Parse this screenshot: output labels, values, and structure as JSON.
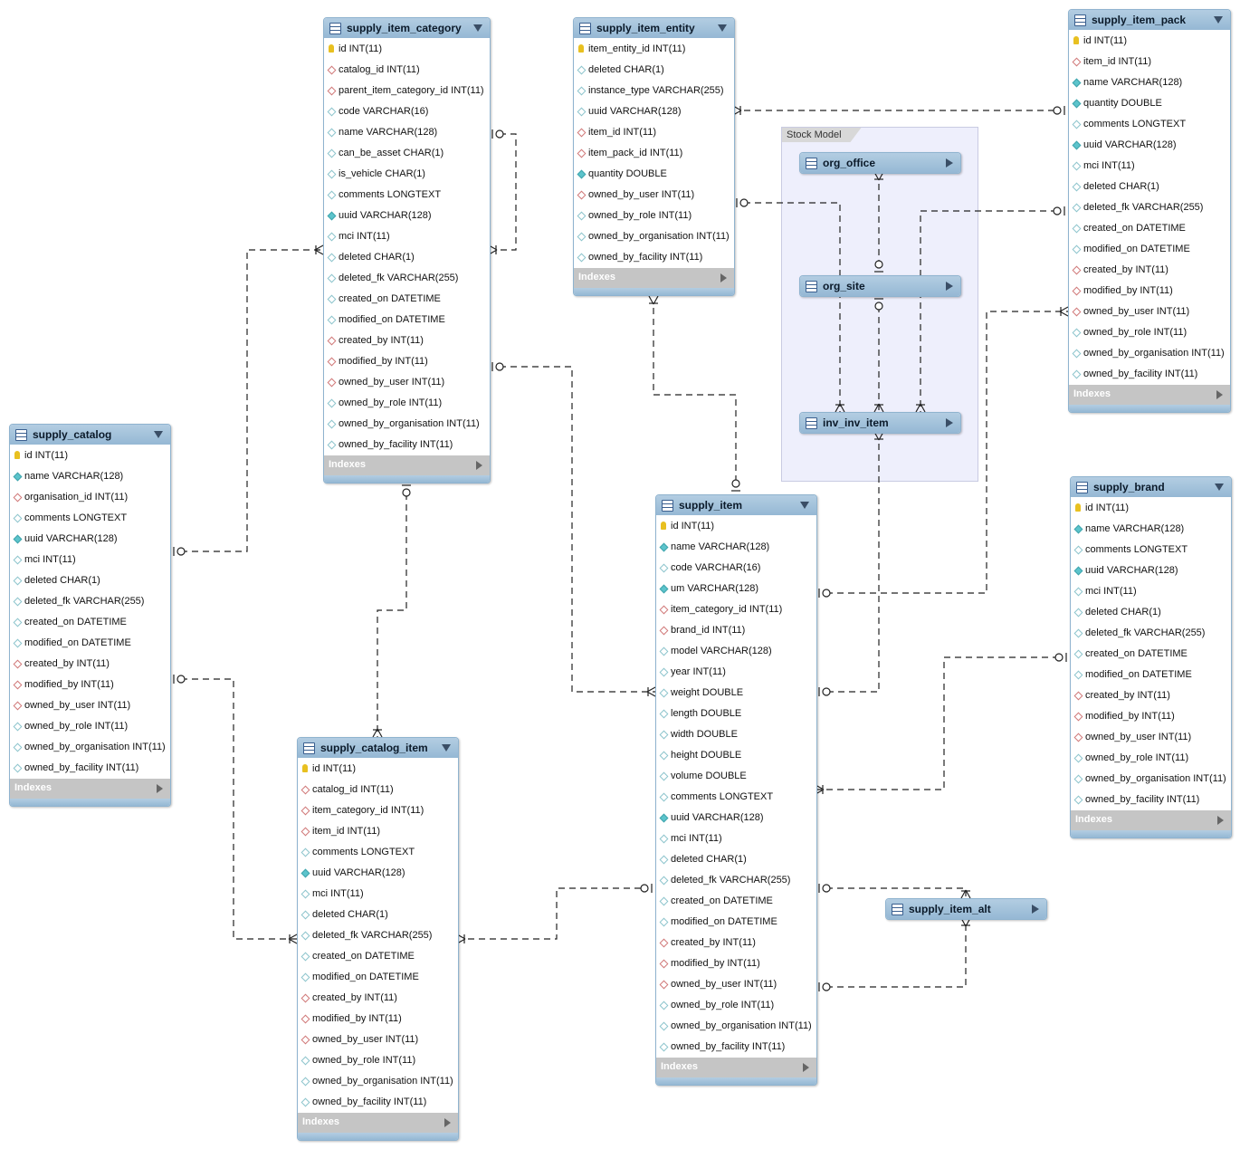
{
  "region": {
    "label": "Stock Model"
  },
  "indexes_label": "Indexes",
  "tables": {
    "supply_item_category": {
      "name": "supply_item_category",
      "columns": [
        {
          "text": "id INT(11)",
          "kind": "pk"
        },
        {
          "text": "catalog_id INT(11)",
          "kind": "fk"
        },
        {
          "text": "parent_item_category_id INT(11)",
          "kind": "fk"
        },
        {
          "text": "code VARCHAR(16)",
          "kind": "null"
        },
        {
          "text": "name VARCHAR(128)",
          "kind": "null"
        },
        {
          "text": "can_be_asset CHAR(1)",
          "kind": "null"
        },
        {
          "text": "is_vehicle CHAR(1)",
          "kind": "null"
        },
        {
          "text": "comments LONGTEXT",
          "kind": "null"
        },
        {
          "text": "uuid VARCHAR(128)",
          "kind": "nn"
        },
        {
          "text": "mci INT(11)",
          "kind": "null"
        },
        {
          "text": "deleted CHAR(1)",
          "kind": "null"
        },
        {
          "text": "deleted_fk VARCHAR(255)",
          "kind": "null"
        },
        {
          "text": "created_on DATETIME",
          "kind": "null"
        },
        {
          "text": "modified_on DATETIME",
          "kind": "null"
        },
        {
          "text": "created_by INT(11)",
          "kind": "fk"
        },
        {
          "text": "modified_by INT(11)",
          "kind": "fk"
        },
        {
          "text": "owned_by_user INT(11)",
          "kind": "fk"
        },
        {
          "text": "owned_by_role INT(11)",
          "kind": "null"
        },
        {
          "text": "owned_by_organisation INT(11)",
          "kind": "null"
        },
        {
          "text": "owned_by_facility INT(11)",
          "kind": "null"
        }
      ]
    },
    "supply_item_entity": {
      "name": "supply_item_entity",
      "columns": [
        {
          "text": "item_entity_id INT(11)",
          "kind": "pk"
        },
        {
          "text": "deleted CHAR(1)",
          "kind": "null"
        },
        {
          "text": "instance_type VARCHAR(255)",
          "kind": "null"
        },
        {
          "text": "uuid VARCHAR(128)",
          "kind": "null"
        },
        {
          "text": "item_id INT(11)",
          "kind": "fk"
        },
        {
          "text": "item_pack_id INT(11)",
          "kind": "fk"
        },
        {
          "text": "quantity DOUBLE",
          "kind": "nn"
        },
        {
          "text": "owned_by_user INT(11)",
          "kind": "fk"
        },
        {
          "text": "owned_by_role INT(11)",
          "kind": "null"
        },
        {
          "text": "owned_by_organisation INT(11)",
          "kind": "null"
        },
        {
          "text": "owned_by_facility INT(11)",
          "kind": "null"
        }
      ]
    },
    "supply_item_pack": {
      "name": "supply_item_pack",
      "columns": [
        {
          "text": "id INT(11)",
          "kind": "pk"
        },
        {
          "text": "item_id INT(11)",
          "kind": "fk"
        },
        {
          "text": "name VARCHAR(128)",
          "kind": "nn"
        },
        {
          "text": "quantity DOUBLE",
          "kind": "nn"
        },
        {
          "text": "comments LONGTEXT",
          "kind": "null"
        },
        {
          "text": "uuid VARCHAR(128)",
          "kind": "nn"
        },
        {
          "text": "mci INT(11)",
          "kind": "null"
        },
        {
          "text": "deleted CHAR(1)",
          "kind": "null"
        },
        {
          "text": "deleted_fk VARCHAR(255)",
          "kind": "null"
        },
        {
          "text": "created_on DATETIME",
          "kind": "null"
        },
        {
          "text": "modified_on DATETIME",
          "kind": "null"
        },
        {
          "text": "created_by INT(11)",
          "kind": "fk"
        },
        {
          "text": "modified_by INT(11)",
          "kind": "fk"
        },
        {
          "text": "owned_by_user INT(11)",
          "kind": "fk"
        },
        {
          "text": "owned_by_role INT(11)",
          "kind": "null"
        },
        {
          "text": "owned_by_organisation INT(11)",
          "kind": "null"
        },
        {
          "text": "owned_by_facility INT(11)",
          "kind": "null"
        }
      ]
    },
    "supply_catalog": {
      "name": "supply_catalog",
      "columns": [
        {
          "text": "id INT(11)",
          "kind": "pk"
        },
        {
          "text": "name VARCHAR(128)",
          "kind": "nn"
        },
        {
          "text": "organisation_id INT(11)",
          "kind": "fk"
        },
        {
          "text": "comments LONGTEXT",
          "kind": "null"
        },
        {
          "text": "uuid VARCHAR(128)",
          "kind": "nn"
        },
        {
          "text": "mci INT(11)",
          "kind": "null"
        },
        {
          "text": "deleted CHAR(1)",
          "kind": "null"
        },
        {
          "text": "deleted_fk VARCHAR(255)",
          "kind": "null"
        },
        {
          "text": "created_on DATETIME",
          "kind": "null"
        },
        {
          "text": "modified_on DATETIME",
          "kind": "null"
        },
        {
          "text": "created_by INT(11)",
          "kind": "fk"
        },
        {
          "text": "modified_by INT(11)",
          "kind": "fk"
        },
        {
          "text": "owned_by_user INT(11)",
          "kind": "fk"
        },
        {
          "text": "owned_by_role INT(11)",
          "kind": "null"
        },
        {
          "text": "owned_by_organisation INT(11)",
          "kind": "null"
        },
        {
          "text": "owned_by_facility INT(11)",
          "kind": "null"
        }
      ]
    },
    "supply_item": {
      "name": "supply_item",
      "columns": [
        {
          "text": "id INT(11)",
          "kind": "pk"
        },
        {
          "text": "name VARCHAR(128)",
          "kind": "nn"
        },
        {
          "text": "code VARCHAR(16)",
          "kind": "null"
        },
        {
          "text": "um VARCHAR(128)",
          "kind": "nn"
        },
        {
          "text": "item_category_id INT(11)",
          "kind": "fk"
        },
        {
          "text": "brand_id INT(11)",
          "kind": "fk"
        },
        {
          "text": "model VARCHAR(128)",
          "kind": "null"
        },
        {
          "text": "year INT(11)",
          "kind": "null"
        },
        {
          "text": "weight DOUBLE",
          "kind": "null"
        },
        {
          "text": "length DOUBLE",
          "kind": "null"
        },
        {
          "text": "width DOUBLE",
          "kind": "null"
        },
        {
          "text": "height DOUBLE",
          "kind": "null"
        },
        {
          "text": "volume DOUBLE",
          "kind": "null"
        },
        {
          "text": "comments LONGTEXT",
          "kind": "null"
        },
        {
          "text": "uuid VARCHAR(128)",
          "kind": "nn"
        },
        {
          "text": "mci INT(11)",
          "kind": "null"
        },
        {
          "text": "deleted CHAR(1)",
          "kind": "null"
        },
        {
          "text": "deleted_fk VARCHAR(255)",
          "kind": "null"
        },
        {
          "text": "created_on DATETIME",
          "kind": "null"
        },
        {
          "text": "modified_on DATETIME",
          "kind": "null"
        },
        {
          "text": "created_by INT(11)",
          "kind": "fk"
        },
        {
          "text": "modified_by INT(11)",
          "kind": "fk"
        },
        {
          "text": "owned_by_user INT(11)",
          "kind": "fk"
        },
        {
          "text": "owned_by_role INT(11)",
          "kind": "null"
        },
        {
          "text": "owned_by_organisation INT(11)",
          "kind": "null"
        },
        {
          "text": "owned_by_facility INT(11)",
          "kind": "null"
        }
      ]
    },
    "supply_brand": {
      "name": "supply_brand",
      "columns": [
        {
          "text": "id INT(11)",
          "kind": "pk"
        },
        {
          "text": "name VARCHAR(128)",
          "kind": "nn"
        },
        {
          "text": "comments LONGTEXT",
          "kind": "null"
        },
        {
          "text": "uuid VARCHAR(128)",
          "kind": "nn"
        },
        {
          "text": "mci INT(11)",
          "kind": "null"
        },
        {
          "text": "deleted CHAR(1)",
          "kind": "null"
        },
        {
          "text": "deleted_fk VARCHAR(255)",
          "kind": "null"
        },
        {
          "text": "created_on DATETIME",
          "kind": "null"
        },
        {
          "text": "modified_on DATETIME",
          "kind": "null"
        },
        {
          "text": "created_by INT(11)",
          "kind": "fk"
        },
        {
          "text": "modified_by INT(11)",
          "kind": "fk"
        },
        {
          "text": "owned_by_user INT(11)",
          "kind": "fk"
        },
        {
          "text": "owned_by_role INT(11)",
          "kind": "null"
        },
        {
          "text": "owned_by_organisation INT(11)",
          "kind": "null"
        },
        {
          "text": "owned_by_facility INT(11)",
          "kind": "null"
        }
      ]
    },
    "supply_catalog_item": {
      "name": "supply_catalog_item",
      "columns": [
        {
          "text": "id INT(11)",
          "kind": "pk"
        },
        {
          "text": "catalog_id INT(11)",
          "kind": "fk"
        },
        {
          "text": "item_category_id INT(11)",
          "kind": "fk"
        },
        {
          "text": "item_id INT(11)",
          "kind": "fk"
        },
        {
          "text": "comments LONGTEXT",
          "kind": "null"
        },
        {
          "text": "uuid VARCHAR(128)",
          "kind": "nn"
        },
        {
          "text": "mci INT(11)",
          "kind": "null"
        },
        {
          "text": "deleted CHAR(1)",
          "kind": "null"
        },
        {
          "text": "deleted_fk VARCHAR(255)",
          "kind": "null"
        },
        {
          "text": "created_on DATETIME",
          "kind": "null"
        },
        {
          "text": "modified_on DATETIME",
          "kind": "null"
        },
        {
          "text": "created_by INT(11)",
          "kind": "fk"
        },
        {
          "text": "modified_by INT(11)",
          "kind": "fk"
        },
        {
          "text": "owned_by_user INT(11)",
          "kind": "fk"
        },
        {
          "text": "owned_by_role INT(11)",
          "kind": "null"
        },
        {
          "text": "owned_by_organisation INT(11)",
          "kind": "null"
        },
        {
          "text": "owned_by_facility INT(11)",
          "kind": "null"
        }
      ]
    }
  },
  "collapsed_tables": {
    "org_office": {
      "name": "org_office"
    },
    "org_site": {
      "name": "org_site"
    },
    "inv_inv_item": {
      "name": "inv_inv_item"
    },
    "supply_item_alt": {
      "name": "supply_item_alt"
    }
  }
}
